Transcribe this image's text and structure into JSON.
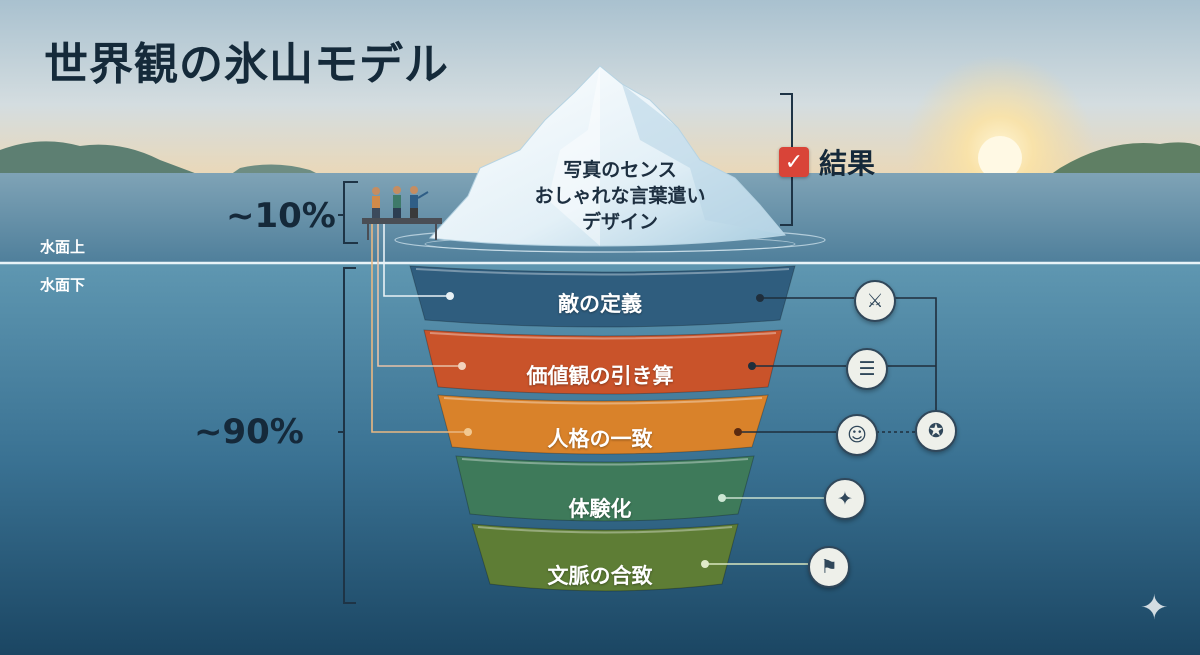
{
  "title": "世界観の氷山モデル",
  "above": {
    "percent": "~10%",
    "label": "水面上"
  },
  "below": {
    "percent": "~90%",
    "label": "水面下"
  },
  "tip_lines": [
    "写真のセンス",
    "おしゃれな言葉遣い",
    "デザイン"
  ],
  "result": {
    "label": "結果"
  },
  "layers": [
    {
      "label": "敵の定義",
      "color": "#2f5d7e",
      "icon": "strategy-icon"
    },
    {
      "label": "価値観の引き算",
      "color": "#c9532a",
      "icon": "priority-list-icon"
    },
    {
      "label": "人格の一致",
      "color": "#d9822a",
      "icon": "mind-icon"
    },
    {
      "label": "体験化",
      "color": "#3e7a5a",
      "icon": "running-person-icon"
    },
    {
      "label": "文脈の合致",
      "color": "#5e7d35",
      "icon": "map-pin-icon"
    }
  ],
  "side_icon": "award-ribbon-icon",
  "colors": {
    "sky_top": "#b9cdd8",
    "sea_deep": "#1d4a66",
    "text_dark": "#15293a"
  }
}
